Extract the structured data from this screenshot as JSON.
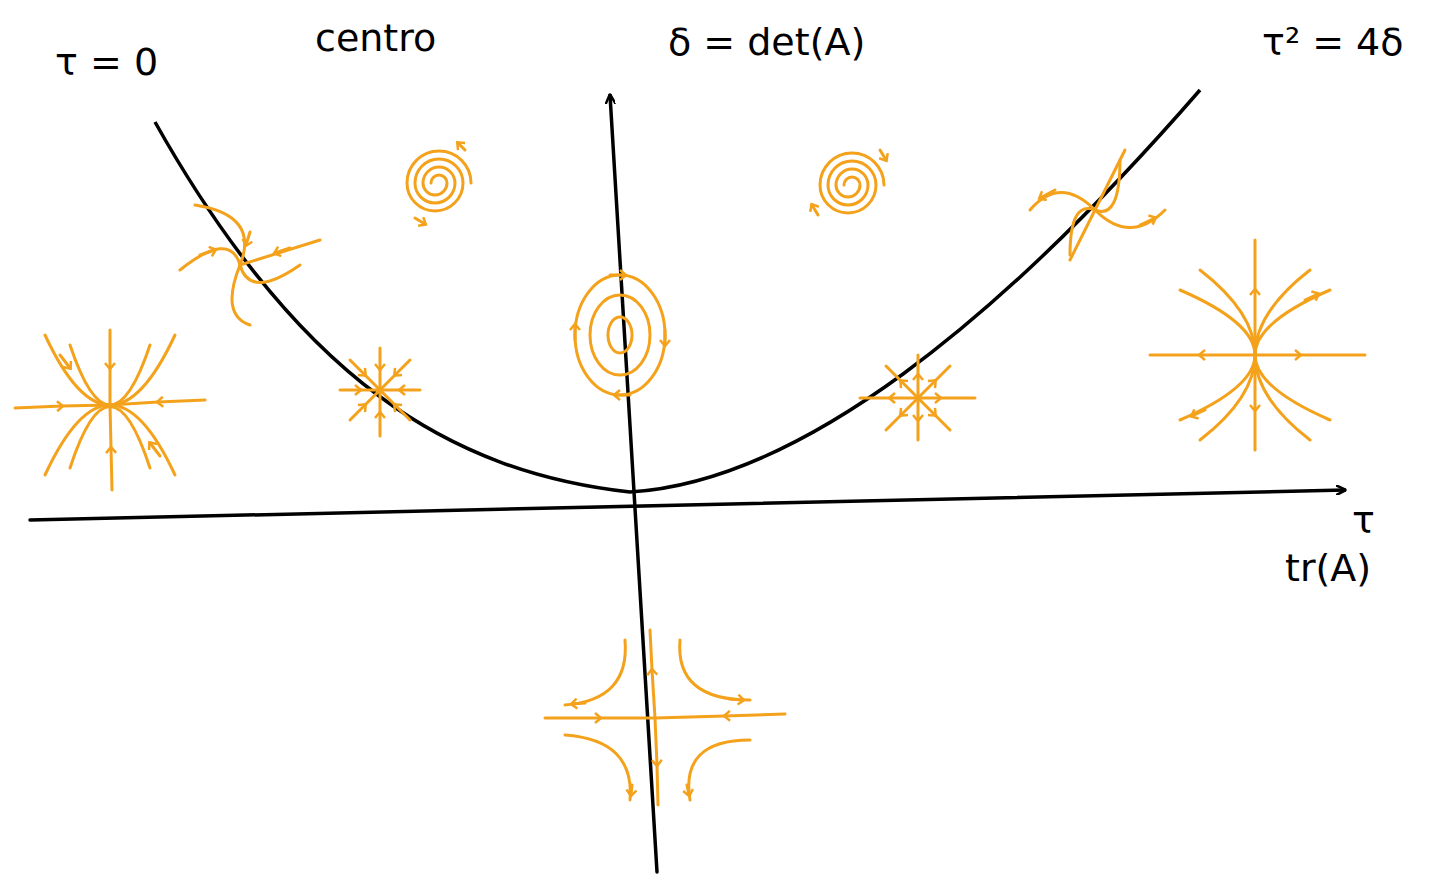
{
  "diagram": {
    "labels": [
      "τ = 0",
      "centro",
      "δ = det(A)",
      "τ² = 4δ",
      "τ",
      "tr(A)"
    ]
  }
}
